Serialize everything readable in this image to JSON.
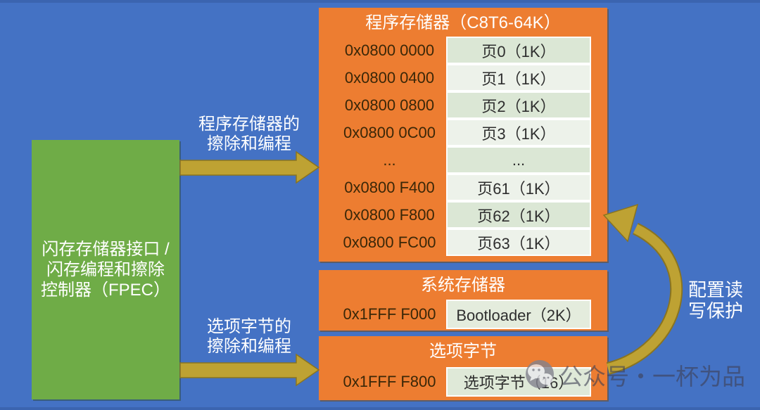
{
  "colors": {
    "background_blue": "#4472C4",
    "box_orange": "#ED7D31",
    "box_green": "#6FAC47",
    "arrow_gold": "#BEA233",
    "row_sage_dark": "#DBE7D5",
    "row_sage_light": "#EDF2EA",
    "title_text": "#FFFFFF",
    "address_text": "#3A2708"
  },
  "fpec_box": {
    "line1": "闪存存储器接口 /",
    "line2": "闪存编程和擦除",
    "line3": "控制器（FPEC）"
  },
  "arrows": {
    "program_erase": {
      "label_line1": "程序存储器的",
      "label_line2": "擦除和编程"
    },
    "option_erase": {
      "label_line1": "选项字节的",
      "label_line2": "擦除和编程"
    },
    "protect": {
      "label_line1": "配置读",
      "label_line2": "写保护"
    }
  },
  "program_memory": {
    "title": "程序存储器（C8T6-64K）",
    "rows": [
      {
        "address": "0x0800 0000",
        "page": "页0（1K）"
      },
      {
        "address": "0x0800 0400",
        "page": "页1（1K）"
      },
      {
        "address": "0x0800 0800",
        "page": "页2（1K）"
      },
      {
        "address": "0x0800 0C00",
        "page": "页3（1K）"
      },
      {
        "address": "...",
        "page": "..."
      },
      {
        "address": "0x0800 F400",
        "page": "页61（1K）"
      },
      {
        "address": "0x0800 F800",
        "page": "页62（1K）"
      },
      {
        "address": "0x0800 FC00",
        "page": "页63（1K）"
      }
    ]
  },
  "system_memory": {
    "title": "系统存储器",
    "rows": [
      {
        "address": "0x1FFF F000",
        "page": "Bootloader（2K）"
      }
    ]
  },
  "option_bytes": {
    "title": "选项字节",
    "rows": [
      {
        "address": "0x1FFF F800",
        "page": "选项字节（16）"
      }
    ]
  },
  "watermark": {
    "icon": "wechat-icon",
    "text": "公众号・一杯为品"
  }
}
